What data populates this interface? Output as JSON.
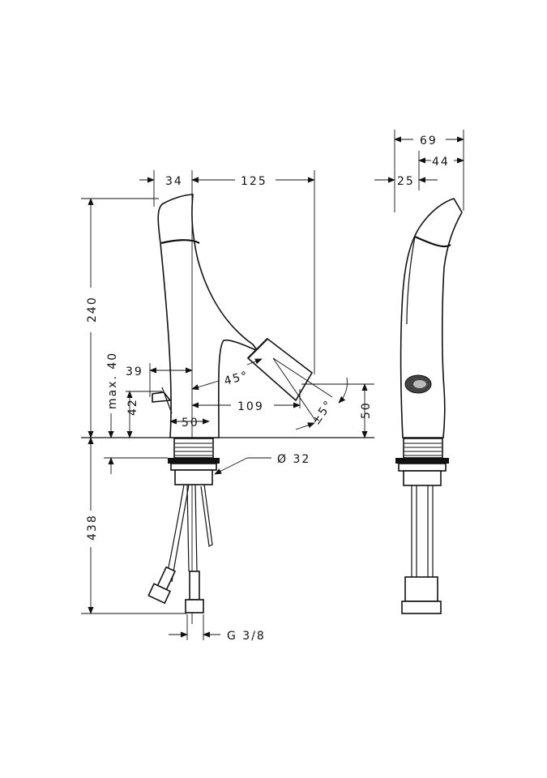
{
  "drawing": {
    "front_view": {
      "dim_lever_offset": "34",
      "dim_spout_reach_top": "125",
      "dim_height": "240",
      "dim_max_thickness": "max. 40",
      "dim_lever_reach": "39",
      "dim_spout_angle": "45°",
      "dim_spout_reach": "109",
      "dim_spray_tolerance": "±5°",
      "dim_spout_height": "50",
      "dim_lever_height": "42",
      "dim_base_width": "50",
      "dim_thread_diameter": "Ø 32",
      "dim_hose_length": "438",
      "dim_connection": "G 3/8"
    },
    "side_view": {
      "dim_total_depth": "69",
      "dim_front_depth": "44",
      "dim_rear_depth": "25"
    }
  }
}
